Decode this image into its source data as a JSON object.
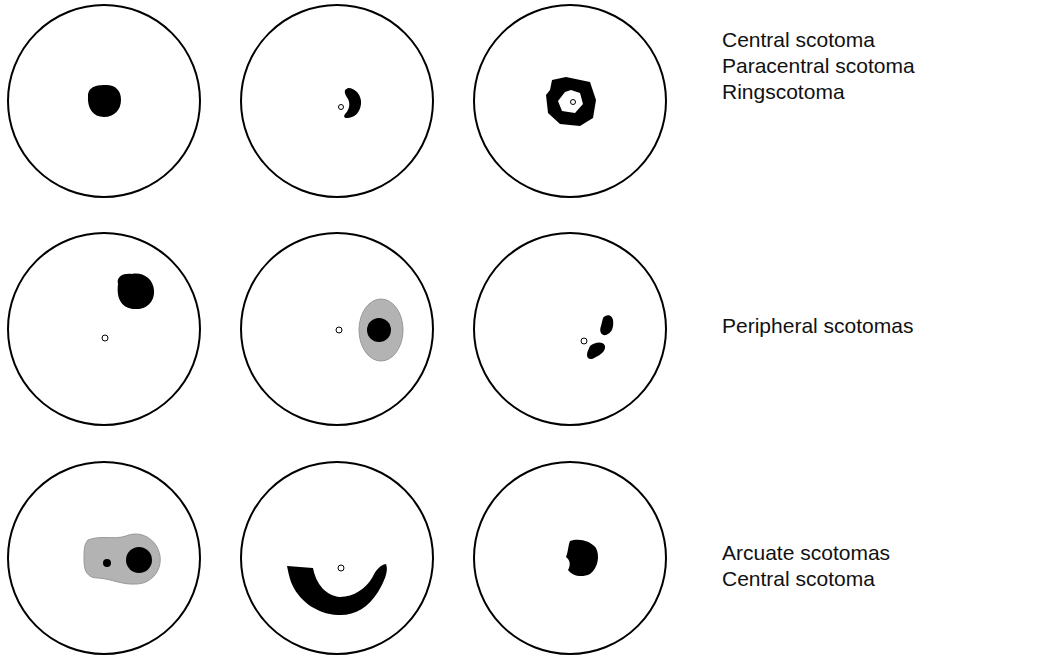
{
  "diagram": {
    "labels": [
      "Central scotoma",
      "Paracentral scotoma",
      "Ringscotoma",
      "Peripheral scotomas",
      "Arcuate scotomas",
      "Central scotoma"
    ]
  }
}
